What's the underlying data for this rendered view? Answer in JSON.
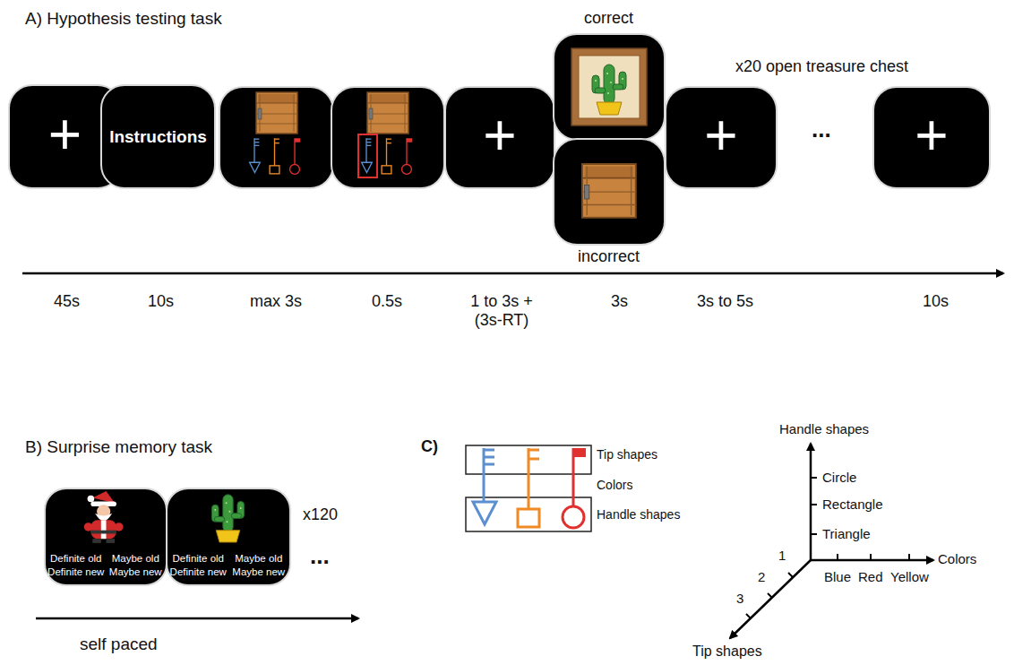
{
  "diagram": {
    "nodes": [
      {
        "text": [
          "+"
        ]
      },
      {
        "text": [
          "Instructions"
        ]
      },
      {
        "text": [
          "+"
        ]
      },
      {
        "text": [
          "+"
        ]
      },
      {
        "text": [
          "+"
        ]
      },
      {
        "text": [
          "Definite old",
          "Maybe old",
          "Definite new",
          "Maybe new"
        ]
      },
      {
        "text": [
          "Definite old",
          "Maybe old",
          "Definite new",
          "Maybe new"
        ]
      }
    ],
    "labels": [
      "A) Hypothesis testing task",
      "correct",
      "x20 open treasure chest",
      "...",
      "incorrect",
      "45s",
      "10s",
      "max 3s",
      "0.5s",
      "1 to 3s + (3s-RT)",
      "3s",
      "3s to 5s",
      "10s",
      "B) Surprise memory task",
      "x120",
      "...",
      "self paced",
      "C)",
      "Tip shapes",
      "Colors",
      "Handle shapes",
      "Handle shapes",
      "Circle",
      "Rectangle",
      "Triangle",
      "Blue",
      "Red",
      "Yellow",
      "Colors",
      "1",
      "2",
      "3",
      "Tip shapes"
    ]
  }
}
